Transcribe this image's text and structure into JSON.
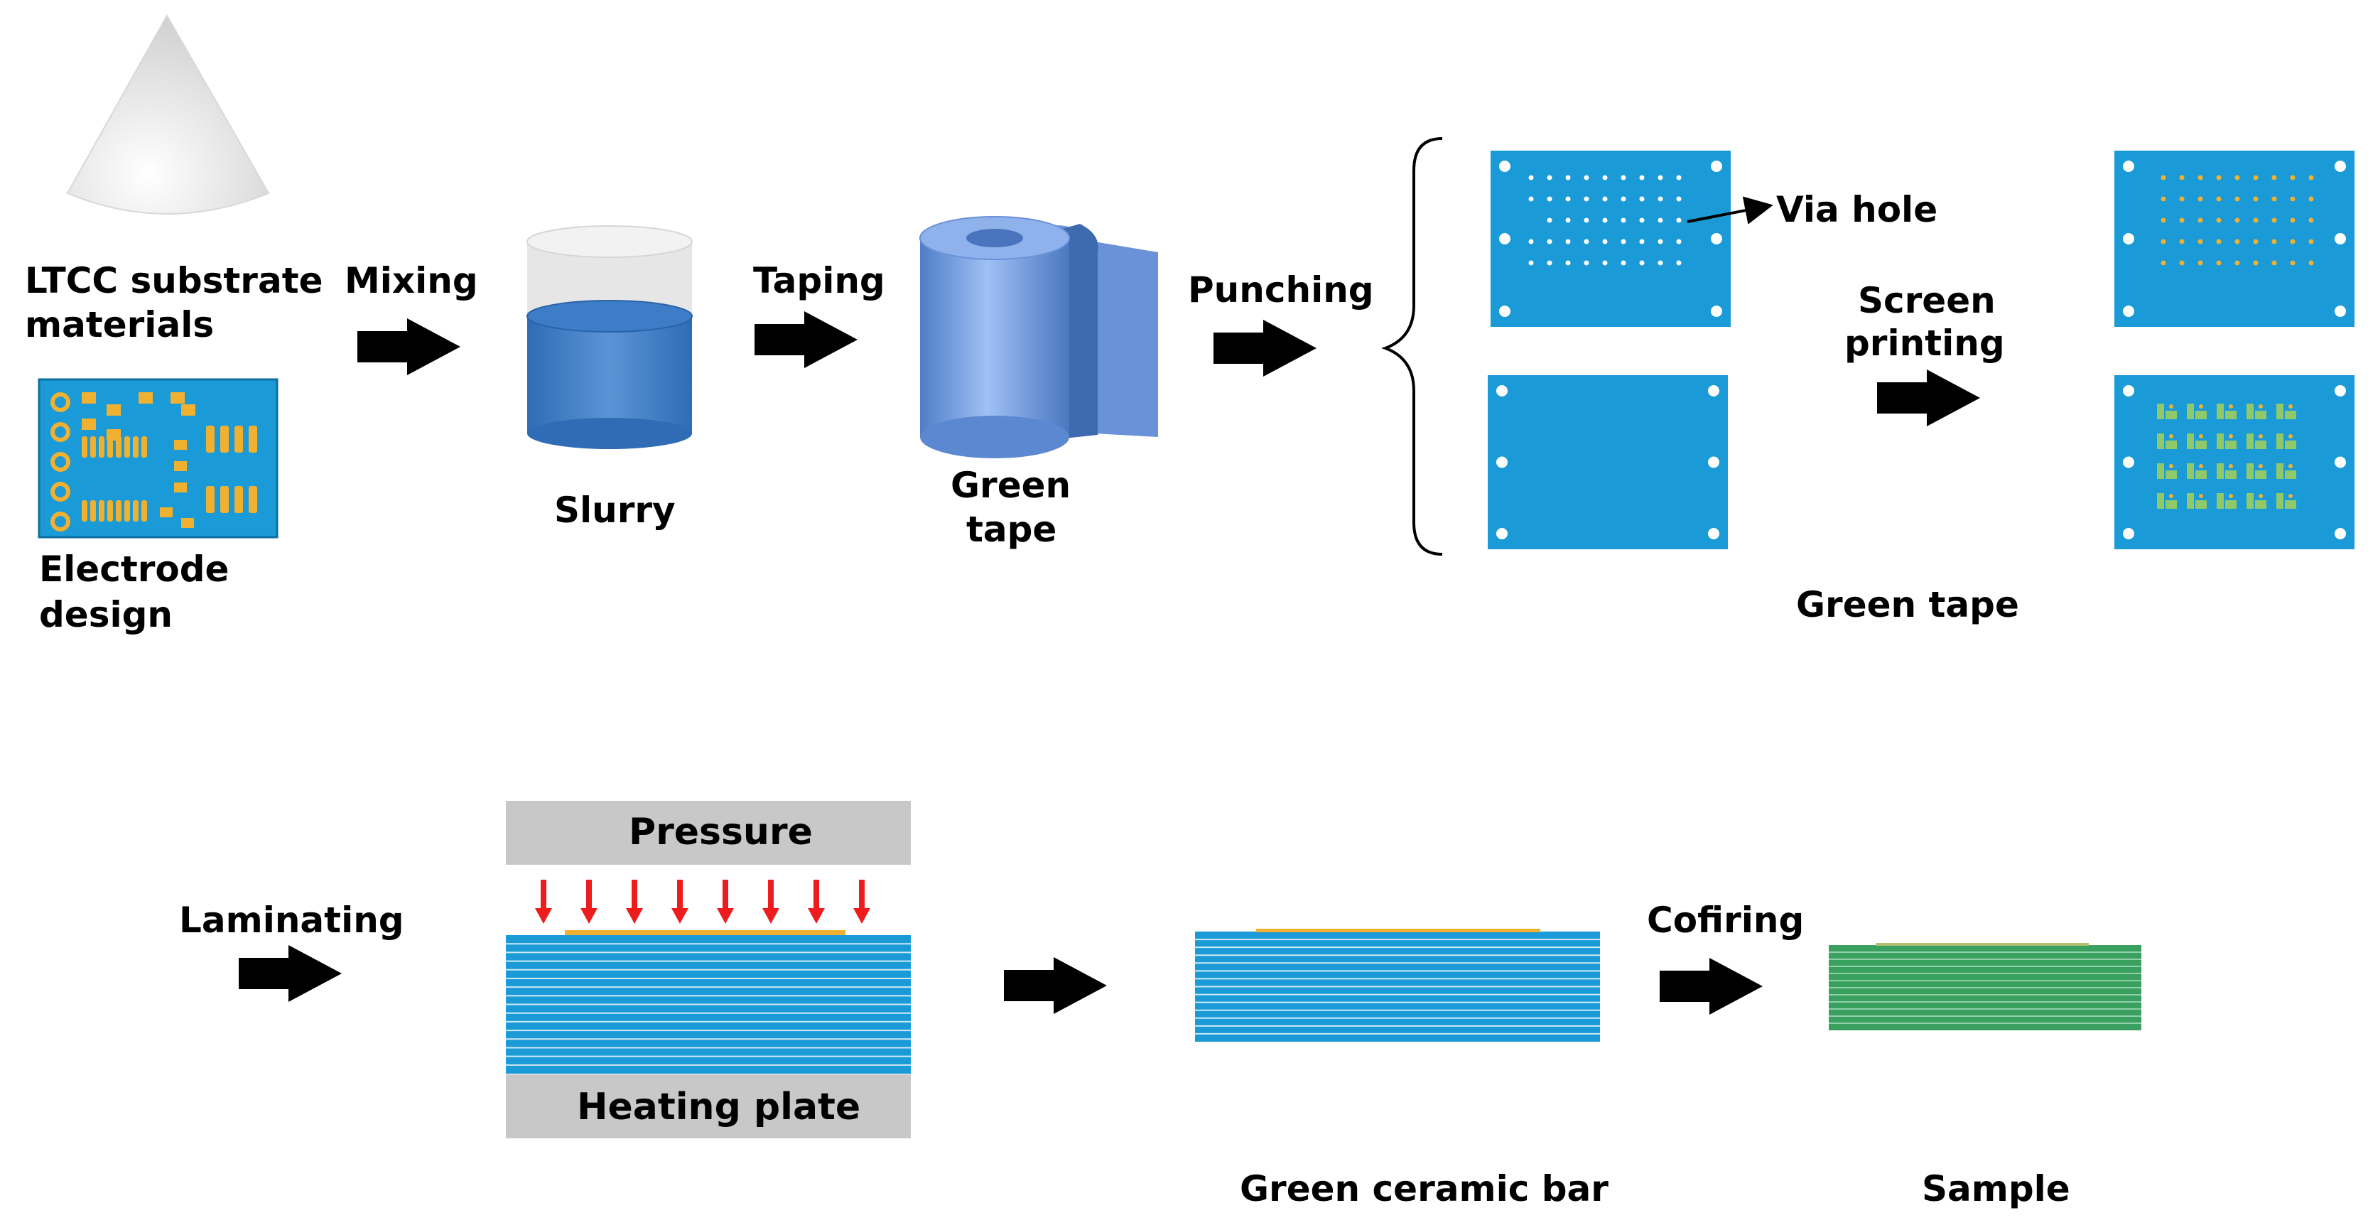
{
  "labels": {
    "ltcc_line1": "LTCC substrate",
    "ltcc_line2": "materials",
    "electrode_line1": "Electrode",
    "electrode_line2": "design",
    "mixing": "Mixing",
    "slurry": "Slurry",
    "taping": "Taping",
    "green_tape_roll_line1": "Green",
    "green_tape_roll_line2": "tape",
    "punching": "Punching",
    "via_hole": "Via hole",
    "screen_printing_line1": "Screen",
    "screen_printing_line2": "printing",
    "green_tape": "Green tape",
    "laminating": "Laminating",
    "pressure": "Pressure",
    "heating_plate": "Heating plate",
    "green_ceramic_bar": "Green ceramic bar",
    "cofiring": "Cofiring",
    "sample": "Sample"
  },
  "colors": {
    "tape_blue": "#1a9ad6",
    "electrode_gold": "#f0b030",
    "slurry_blue": "#3f7fc4",
    "roll_blue": "#6f9ae0",
    "plate_gray": "#c8c8c8",
    "arrow_black": "#000000",
    "pressure_red": "#ee1c1c",
    "sample_green": "#3aa060"
  },
  "icons": [
    "cone-icon",
    "pcb-icon",
    "beaker-icon",
    "tape-roll-icon",
    "process-arrow-icon",
    "brace-icon"
  ]
}
